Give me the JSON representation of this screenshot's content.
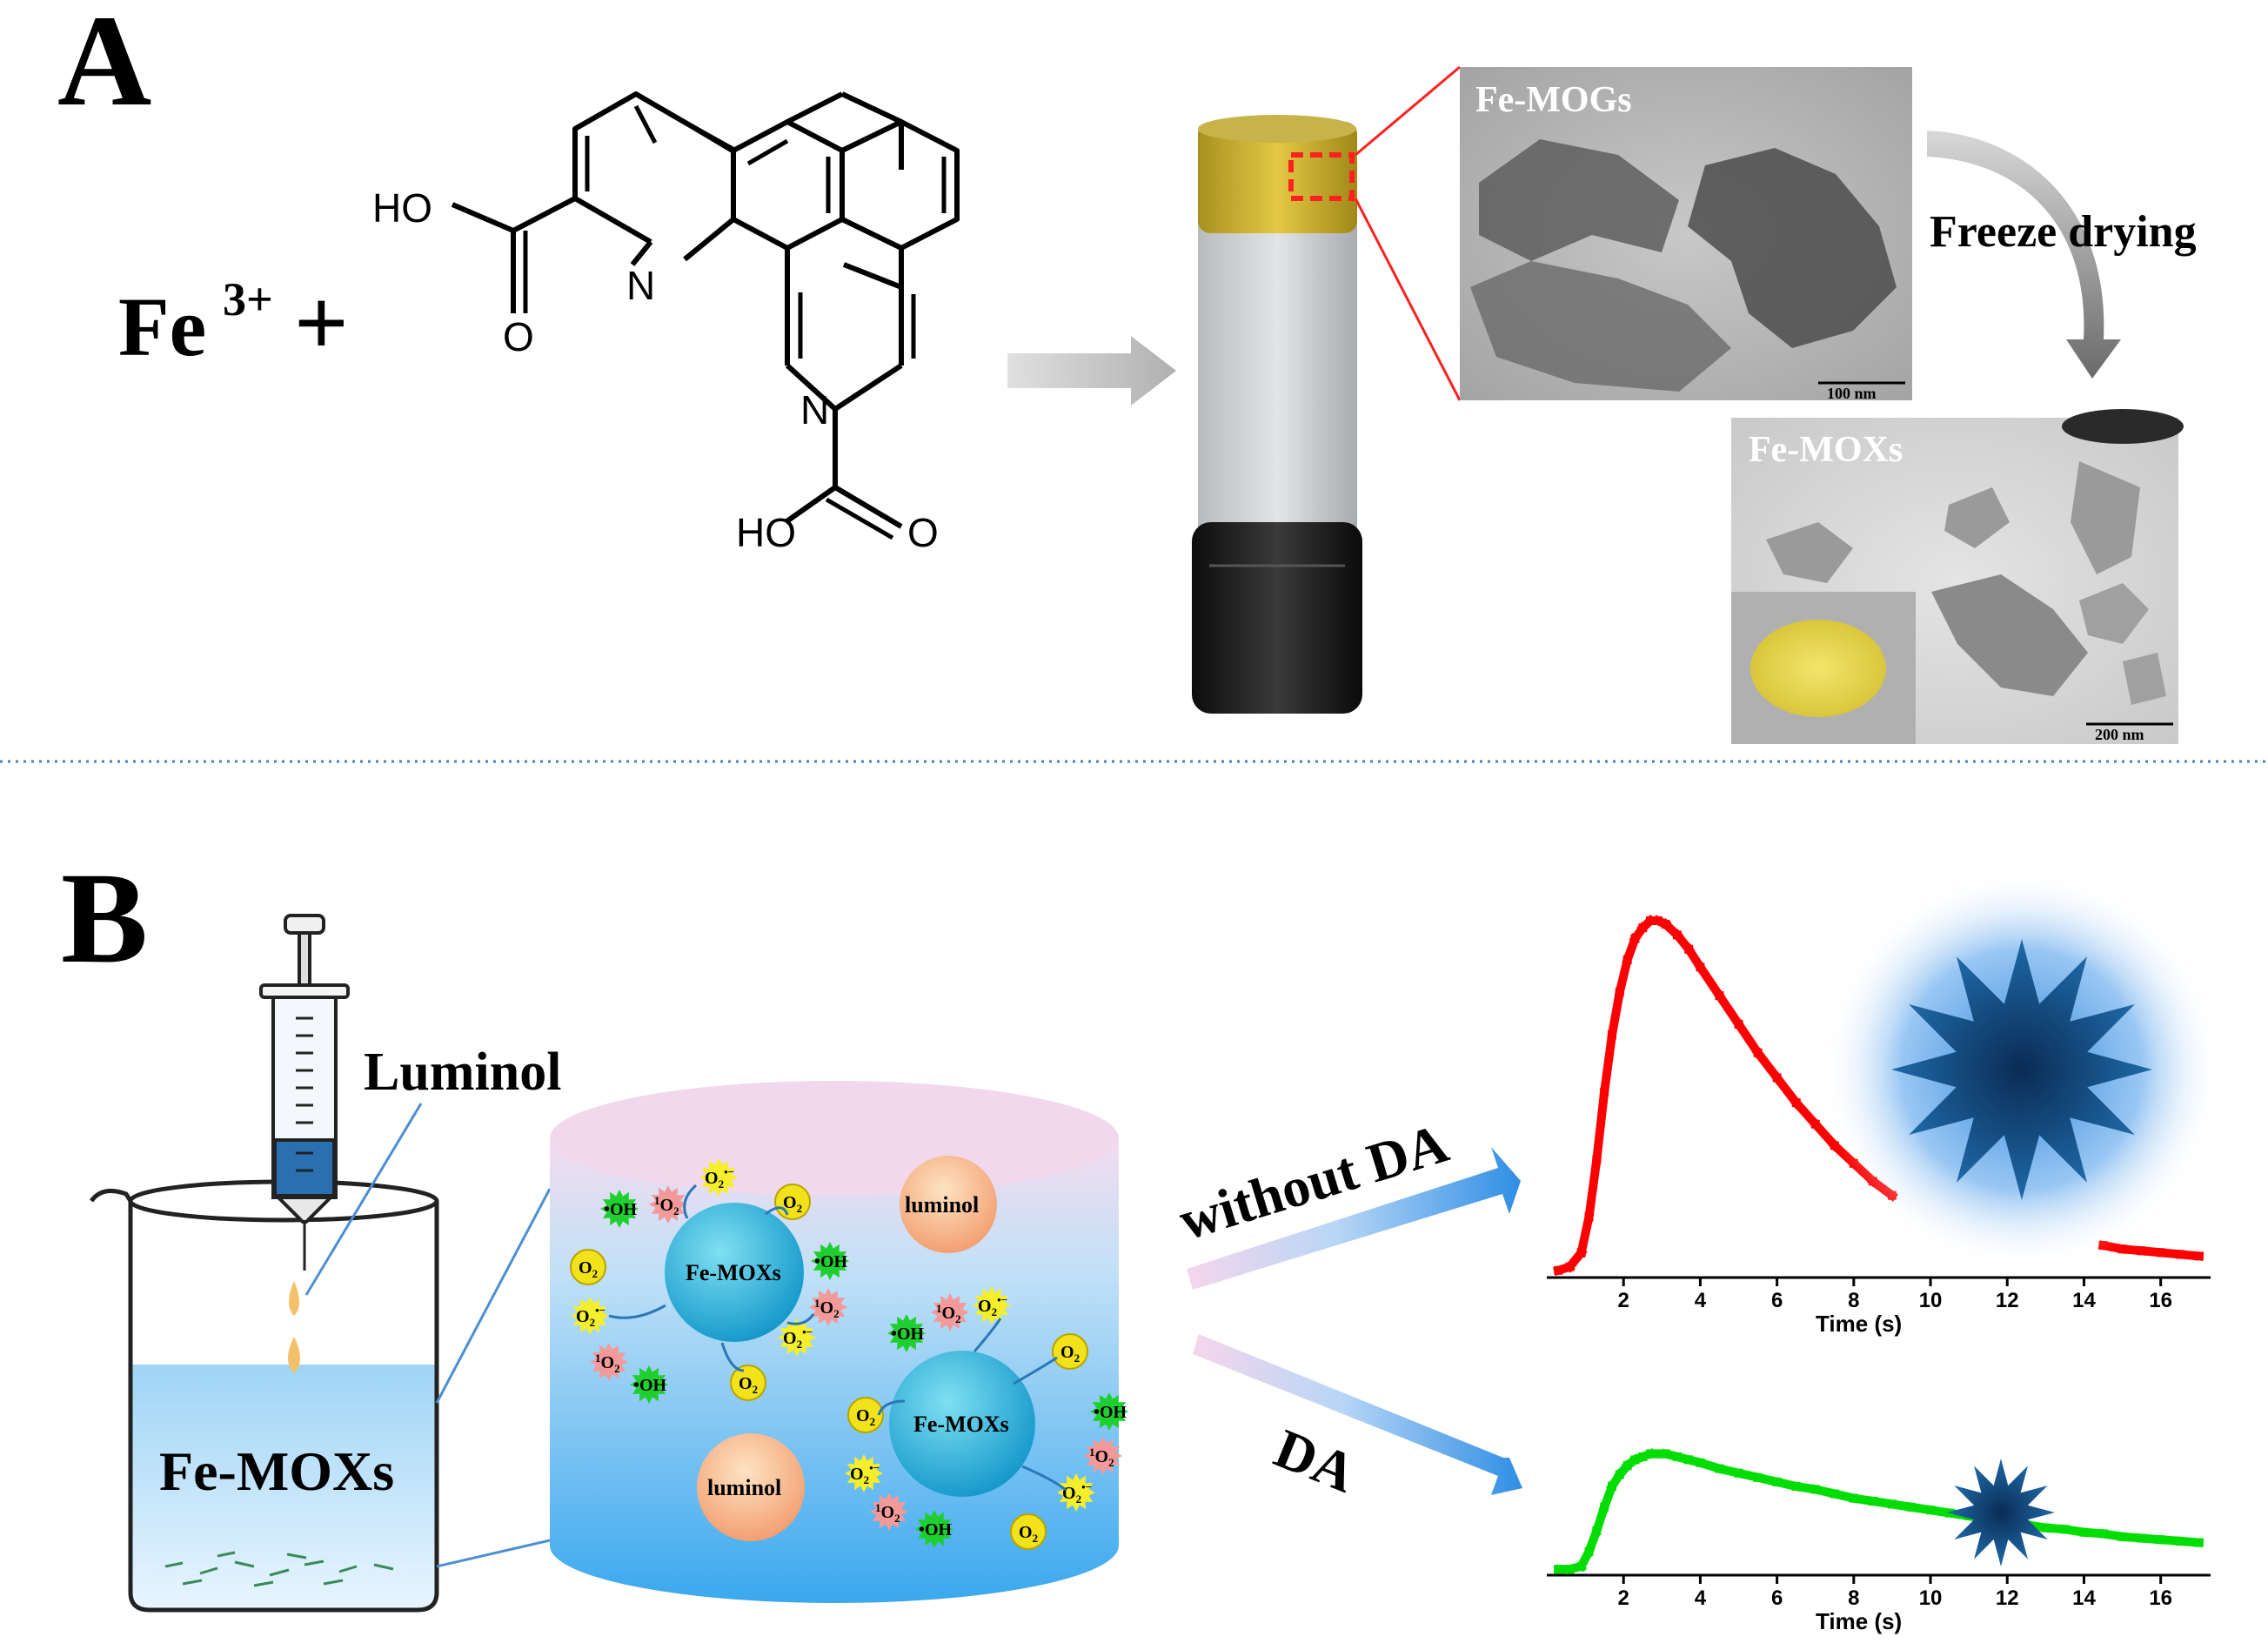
{
  "panel_a": {
    "letter": "A",
    "reactant": "Fe",
    "reactant_sup": "3+",
    "plus": "+",
    "ligand_atoms": {
      "ho_top": "HO",
      "o_top": "O",
      "n1": "N",
      "n2": "N",
      "ho_bottom": "HO",
      "o_bottom": "O"
    },
    "tem_top_label": "Fe-MOGs",
    "tem_top_scale": "100 nm",
    "process_label": "Freeze drying",
    "tem_bottom_label": "Fe-MOXs",
    "tem_bottom_scale": "200 nm"
  },
  "panel_b": {
    "letter": "B",
    "syringe_label": "Luminol",
    "beaker_label": "Fe-MOXs",
    "cylinder": {
      "core_labels": [
        "Fe-MOXs",
        "Fe-MOXs"
      ],
      "luminol_labels": [
        "luminol",
        "luminol"
      ],
      "species": {
        "oh": "•OH",
        "o2": "O",
        "o2_sub": "2",
        "singlet": "O",
        "singlet_sup": "1",
        "singlet_sub": "2",
        "superoxide": "O",
        "superoxide_sub": "2",
        "superoxide_sup": "•−"
      }
    },
    "arrow_top_label": "without DA",
    "arrow_bottom_label": "DA"
  },
  "chart_data": [
    {
      "type": "scatter",
      "title": "",
      "xlabel": "Time (s)",
      "ylabel": "",
      "xlim": [
        0,
        17.3
      ],
      "ylim": [
        0,
        1
      ],
      "xticks": [
        2,
        4,
        6,
        8,
        10,
        12,
        14,
        16
      ],
      "series": [
        {
          "color": "#ff0000",
          "x": [
            0.3,
            0.6,
            0.9,
            1.1,
            1.3,
            1.5,
            1.7,
            1.9,
            2.1,
            2.3,
            2.5,
            2.7,
            2.9,
            3.1,
            3.4,
            3.7,
            4.0,
            4.5,
            5.0,
            5.5,
            6.0,
            6.5,
            7.0,
            7.5,
            8.0,
            8.5,
            9.0,
            14.5,
            15.0,
            15.5,
            16.0,
            16.5,
            17.0
          ],
          "y": [
            0.02,
            0.03,
            0.07,
            0.17,
            0.33,
            0.52,
            0.68,
            0.8,
            0.89,
            0.95,
            0.98,
            1.0,
            1.0,
            0.99,
            0.96,
            0.92,
            0.87,
            0.79,
            0.71,
            0.63,
            0.56,
            0.49,
            0.43,
            0.37,
            0.32,
            0.27,
            0.23,
            0.09,
            0.08,
            0.075,
            0.07,
            0.065,
            0.06
          ]
        }
      ]
    },
    {
      "type": "scatter",
      "title": "",
      "xlabel": "Time (s)",
      "ylabel": "",
      "xlim": [
        0,
        17.3
      ],
      "ylim": [
        0,
        1
      ],
      "xticks": [
        2,
        4,
        6,
        8,
        10,
        12,
        14,
        16
      ],
      "series": [
        {
          "color": "#00dd00",
          "x": [
            0.3,
            0.6,
            0.9,
            1.1,
            1.3,
            1.5,
            1.7,
            1.9,
            2.1,
            2.3,
            2.5,
            2.7,
            2.9,
            3.1,
            3.4,
            3.7,
            4.0,
            4.5,
            5.0,
            5.5,
            6.0,
            6.5,
            7.0,
            7.5,
            8.0,
            8.5,
            9.0,
            9.5,
            10.0,
            10.5,
            11.0,
            11.5,
            12.0,
            12.5,
            13.0,
            13.5,
            14.0,
            14.5,
            15.0,
            15.5,
            16.0,
            16.5,
            17.0
          ],
          "y": [
            0.02,
            0.02,
            0.03,
            0.08,
            0.15,
            0.23,
            0.3,
            0.34,
            0.37,
            0.39,
            0.4,
            0.41,
            0.41,
            0.41,
            0.4,
            0.39,
            0.38,
            0.36,
            0.345,
            0.33,
            0.315,
            0.3,
            0.29,
            0.275,
            0.26,
            0.25,
            0.24,
            0.23,
            0.22,
            0.21,
            0.2,
            0.19,
            0.18,
            0.17,
            0.16,
            0.155,
            0.145,
            0.14,
            0.13,
            0.125,
            0.12,
            0.115,
            0.11
          ]
        }
      ]
    }
  ]
}
